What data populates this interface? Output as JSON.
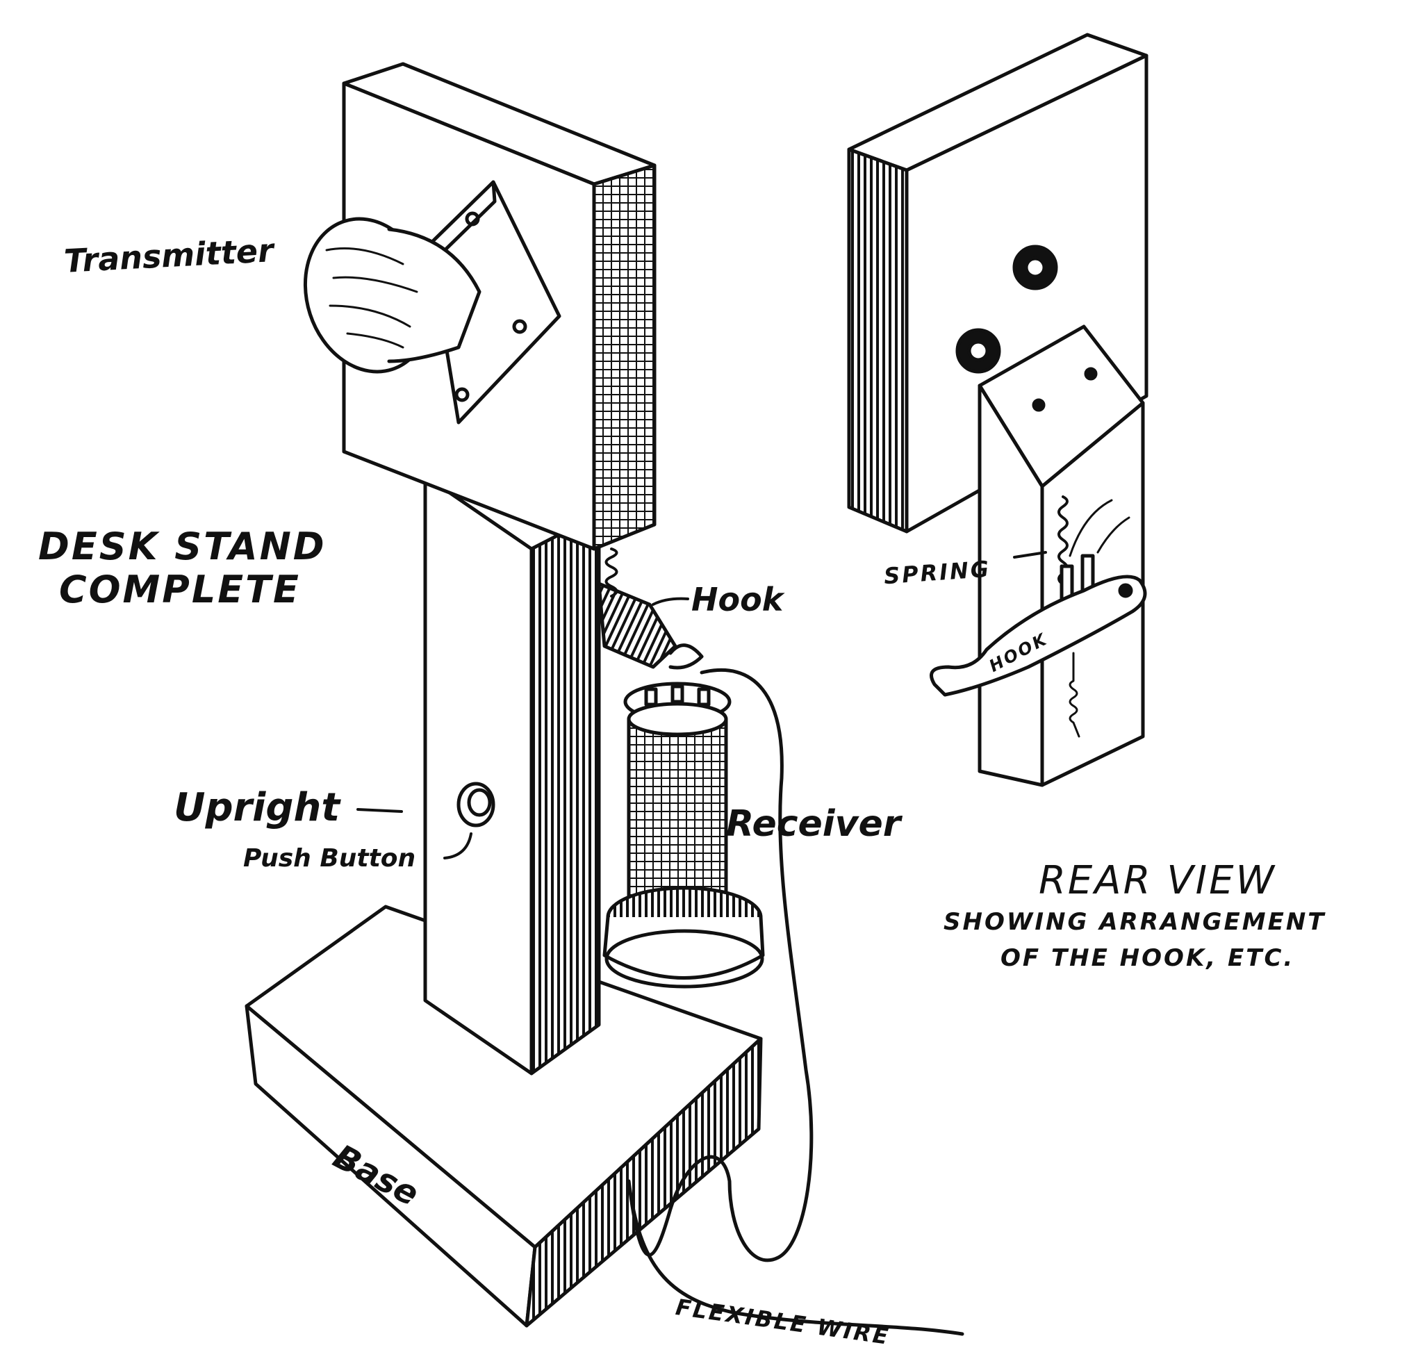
{
  "desk_stand": {
    "title_line1": "DESK STAND",
    "title_line2": "COMPLETE",
    "labels": {
      "transmitter": "Transmitter",
      "hook": "Hook",
      "upright": "Upright",
      "push_button": "Push Button",
      "receiver": "Receiver",
      "base": "Base",
      "flexible_wire": "FLEXIBLE WIRE"
    }
  },
  "rear_view": {
    "title": "REAR VIEW",
    "subtitle_line1": "SHOWING ARRANGEMENT",
    "subtitle_line2": "OF THE HOOK, ETC.",
    "labels": {
      "spring": "SPRING",
      "hook": "HOOK"
    }
  },
  "colors": {
    "ink": "#111111",
    "paper": "#ffffff"
  }
}
